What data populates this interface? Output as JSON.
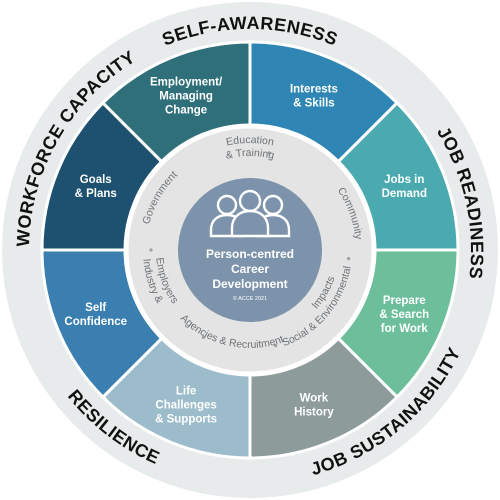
{
  "outer_labels": [
    "SELF-AWARENESS",
    "JOB READINESS",
    "JOB SUSTAINABILITY",
    "RESILIENCE",
    "WORKFORCE CAPACITY"
  ],
  "segments": [
    {
      "lines": [
        "Interests",
        "& Skills"
      ],
      "color": "#2f86b4"
    },
    {
      "lines": [
        "Jobs in",
        "Demand"
      ],
      "color": "#4aaab0"
    },
    {
      "lines": [
        "Prepare",
        "& Search",
        "for Work"
      ],
      "color": "#6dbf9c"
    },
    {
      "lines": [
        "Work",
        "History"
      ],
      "color": "#8d9c9b"
    },
    {
      "lines": [
        "Life",
        "Challenges",
        "& Supports"
      ],
      "color": "#9cbccb"
    },
    {
      "lines": [
        "Self",
        "Confidence"
      ],
      "color": "#3a7fb0"
    },
    {
      "lines": [
        "Goals",
        "& Plans"
      ],
      "color": "#1e5170"
    },
    {
      "lines": [
        "Employment/",
        "Managing",
        "Change"
      ],
      "color": "#2f6f7a"
    }
  ],
  "inner_ring": [
    "Education",
    "& Training",
    "Community",
    "Social & Environmental",
    "Impacts",
    "Agencies & Recruitment",
    "Industry &",
    "Employers",
    "Government"
  ],
  "center": {
    "title_lines": [
      "Person-centred",
      "Career",
      "Development"
    ],
    "copyright": "© ACCE 2021",
    "icon": "people-group-icon"
  },
  "colors": {
    "outer_ring": "#e8ebeb",
    "inner_ring": "#e4e4e4",
    "center": "#7d93ab"
  }
}
